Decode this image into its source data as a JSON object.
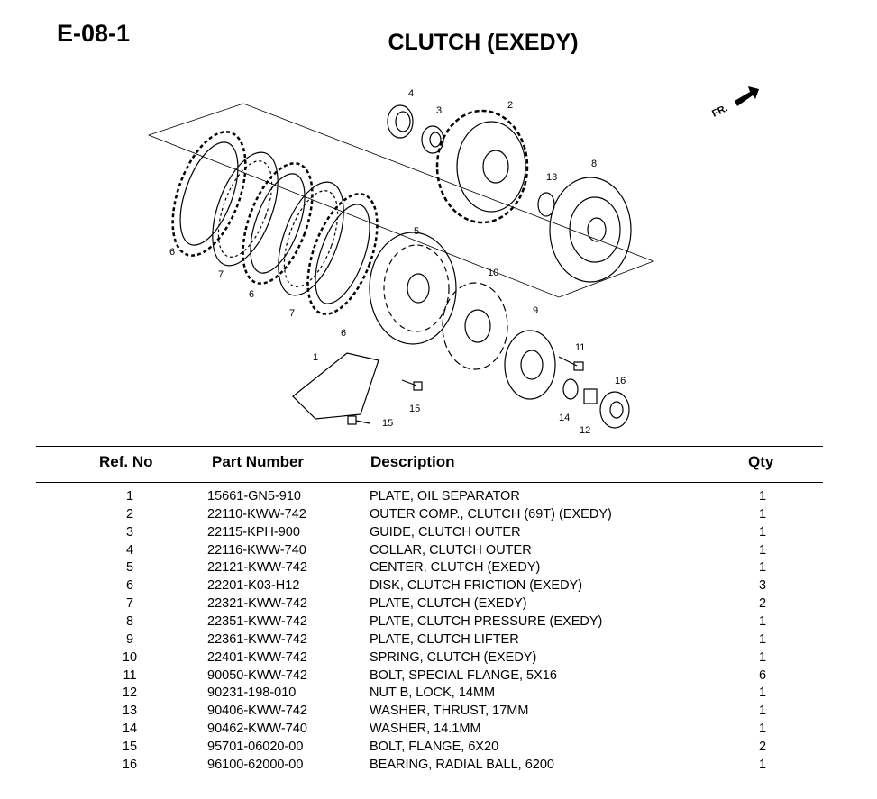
{
  "header": {
    "code": "E-08-1",
    "title": "CLUTCH (EXEDY)"
  },
  "diagram": {
    "direction_label": "FR.",
    "callouts": [
      "4",
      "3",
      "2",
      "13",
      "8",
      "6",
      "7",
      "6",
      "7",
      "6",
      "5",
      "10",
      "9",
      "11",
      "1",
      "15",
      "16",
      "14",
      "12",
      "15"
    ]
  },
  "table": {
    "headers": {
      "ref": "Ref. No",
      "part": "Part Number",
      "desc": "Description",
      "qty": "Qty"
    },
    "rows": [
      {
        "ref": "1",
        "part": "15661-GN5-910",
        "desc": "PLATE, OIL SEPARATOR",
        "qty": "1"
      },
      {
        "ref": "2",
        "part": "22110-KWW-742",
        "desc": "OUTER COMP., CLUTCH (69T) (EXEDY)",
        "qty": "1"
      },
      {
        "ref": "3",
        "part": "22115-KPH-900",
        "desc": "GUIDE, CLUTCH OUTER",
        "qty": "1"
      },
      {
        "ref": "4",
        "part": "22116-KWW-740",
        "desc": "COLLAR, CLUTCH OUTER",
        "qty": "1"
      },
      {
        "ref": "5",
        "part": "22121-KWW-742",
        "desc": "CENTER, CLUTCH (EXEDY)",
        "qty": "1"
      },
      {
        "ref": "6",
        "part": "22201-K03-H12",
        "desc": "DISK, CLUTCH FRICTION (EXEDY)",
        "qty": "3"
      },
      {
        "ref": "7",
        "part": "22321-KWW-742",
        "desc": "PLATE, CLUTCH (EXEDY)",
        "qty": "2"
      },
      {
        "ref": "8",
        "part": "22351-KWW-742",
        "desc": "PLATE, CLUTCH PRESSURE (EXEDY)",
        "qty": "1"
      },
      {
        "ref": "9",
        "part": "22361-KWW-742",
        "desc": "PLATE, CLUTCH LIFTER",
        "qty": "1"
      },
      {
        "ref": "10",
        "part": "22401-KWW-742",
        "desc": "SPRING, CLUTCH (EXEDY)",
        "qty": "1"
      },
      {
        "ref": "11",
        "part": "90050-KWW-742",
        "desc": "BOLT, SPECIAL FLANGE, 5X16",
        "qty": "6"
      },
      {
        "ref": "12",
        "part": "90231-198-010",
        "desc": "NUT B, LOCK, 14MM",
        "qty": "1"
      },
      {
        "ref": "13",
        "part": "90406-KWW-742",
        "desc": "WASHER, THRUST, 17MM",
        "qty": "1"
      },
      {
        "ref": "14",
        "part": "90462-KWW-740",
        "desc": "WASHER, 14.1MM",
        "qty": "1"
      },
      {
        "ref": "15",
        "part": "95701-06020-00",
        "desc": "BOLT, FLANGE, 6X20",
        "qty": "2"
      },
      {
        "ref": "16",
        "part": "96100-62000-00",
        "desc": "BEARING, RADIAL BALL, 6200",
        "qty": "1"
      }
    ]
  }
}
